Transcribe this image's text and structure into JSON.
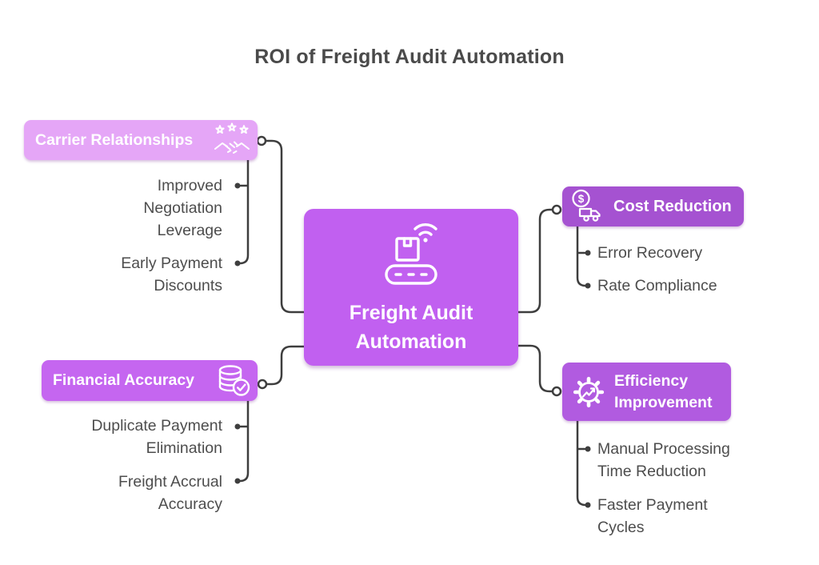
{
  "title": "ROI of Freight Audit Automation",
  "theme": {
    "background": "#FFFFFF",
    "title_text": "#4A4A4A",
    "subtext": "#4D4D4D",
    "line": "#3E3E3E",
    "carrier": "#E5A6F7",
    "central": "#C160F0",
    "cost": "#A552D1",
    "financial": "#C566F0",
    "efficiency": "#B15BE0",
    "node_text": "#FFFFFF"
  },
  "center": {
    "label": "Freight Audit\nAutomation",
    "icon": "smart-conveyor-icon"
  },
  "branches": {
    "carrier": {
      "label": "Carrier Relationships",
      "icon": "partnership-handshake-icon",
      "children": [
        "Improved\nNegotiation\nLeverage",
        "Early Payment\nDiscounts"
      ]
    },
    "cost": {
      "label": "Cost Reduction",
      "icon": "dollar-coin-truck-icon",
      "children": [
        "Error Recovery",
        "Rate Compliance"
      ]
    },
    "financial": {
      "label": "Financial Accuracy",
      "icon": "database-check-icon",
      "children": [
        "Duplicate Payment\nElimination",
        "Freight Accrual\nAccuracy"
      ]
    },
    "efficiency": {
      "label": "Efficiency\nImprovement",
      "icon": "gear-growth-icon",
      "children": [
        "Manual Processing\nTime Reduction",
        "Faster Payment\nCycles"
      ]
    }
  }
}
